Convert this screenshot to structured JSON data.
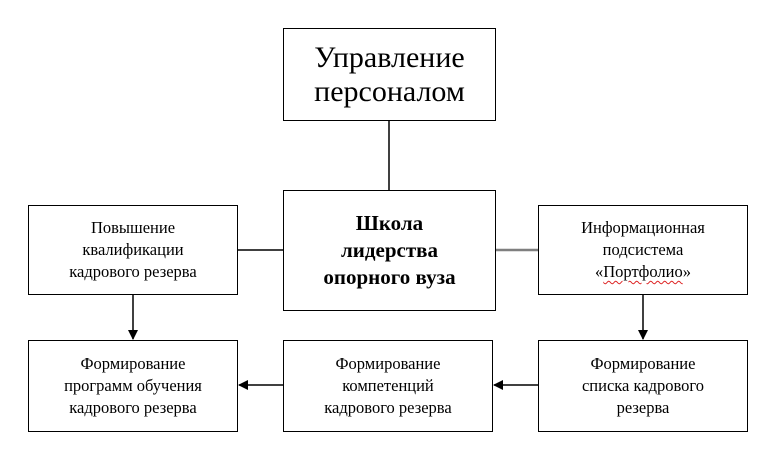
{
  "diagram": {
    "management": {
      "lines": [
        "Управление",
        "персоналом"
      ]
    },
    "school": {
      "lines": [
        "Школа",
        "лидерства",
        "опорного вуза"
      ]
    },
    "training": {
      "lines": [
        "Повышение",
        "квалификации",
        "кадрового резерва"
      ]
    },
    "portfolio": {
      "lines": [
        "Информационная",
        "подсистема"
      ],
      "line3_open": "«",
      "line3_word": "Портфолио",
      "line3_close": "»"
    },
    "programs": {
      "lines": [
        "Формирование",
        "программ обучения",
        "кадрового резерва"
      ]
    },
    "competencies": {
      "lines": [
        "Формирование",
        "компетенций",
        "кадрового резерва"
      ]
    },
    "reserve_list": {
      "lines": [
        "Формирование",
        "списка кадрового",
        "резерва"
      ]
    },
    "colors": {
      "line": "#000000",
      "portfolio_link": "#7f7f7f",
      "spellcheck": "#dd2222"
    }
  }
}
